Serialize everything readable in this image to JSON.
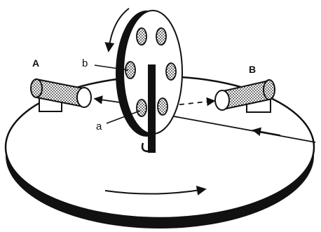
{
  "diagram": {
    "labels": {
      "a": "a",
      "b": "b",
      "A": "A",
      "B": "B"
    },
    "colors": {
      "ink": "#111111",
      "paper": "#ffffff",
      "stipple": "#9a9a9a"
    }
  }
}
